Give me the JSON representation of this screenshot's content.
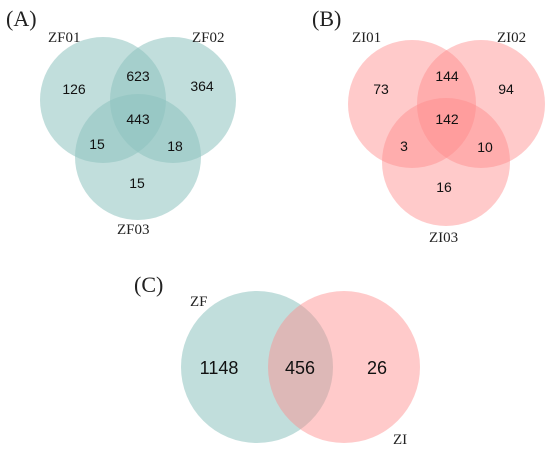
{
  "colors": {
    "teal": "#8ec3c0",
    "pink": "#ff8a8a"
  },
  "venn_a": {
    "label": "(A)",
    "sets": [
      "ZF01",
      "ZF02",
      "ZF03"
    ],
    "only_1": "126",
    "only_2": "364",
    "only_3": "15",
    "ab": "623",
    "ac": "15",
    "bc": "18",
    "abc": "443"
  },
  "venn_b": {
    "label": "(B)",
    "sets": [
      "ZI01",
      "ZI02",
      "ZI03"
    ],
    "only_1": "73",
    "only_2": "94",
    "only_3": "16",
    "ab": "144",
    "ac": "3",
    "bc": "10",
    "abc": "142"
  },
  "venn_c": {
    "label": "(C)",
    "sets": [
      "ZF",
      "ZI"
    ],
    "only_1": "1148",
    "both": "456",
    "only_2": "26"
  }
}
